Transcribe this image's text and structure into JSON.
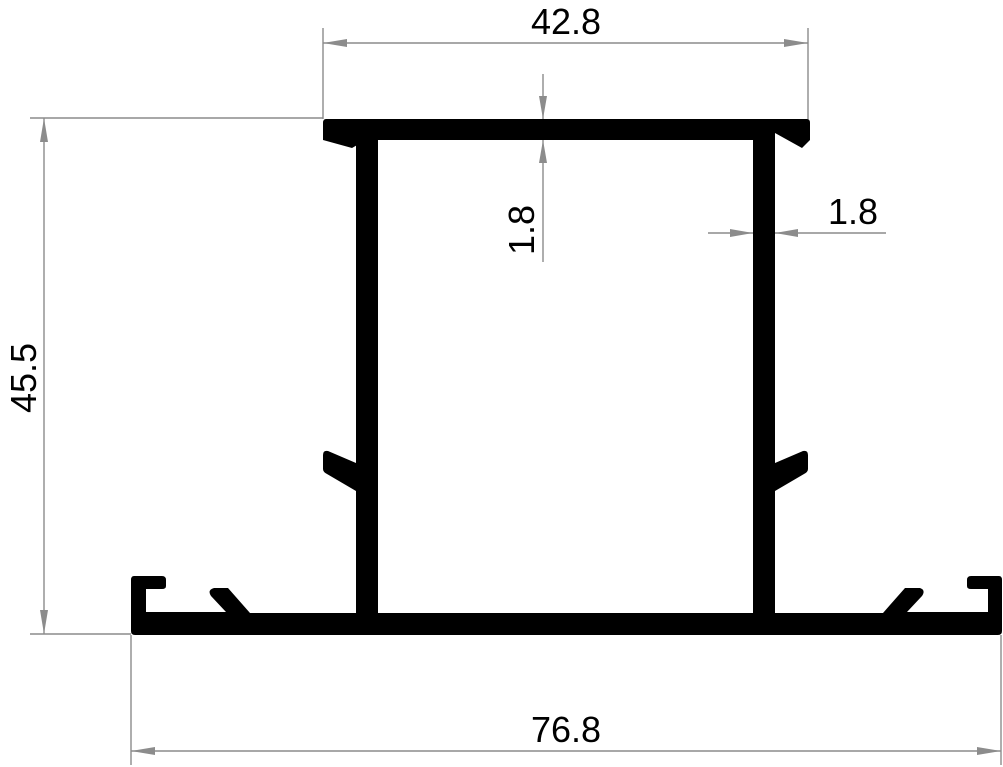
{
  "drawing": {
    "subject": "aluminium extrusion profile cross-section",
    "units": "mm",
    "colors": {
      "profile": "#000000",
      "dimension_lines": "#8c8c8c",
      "text": "#000000",
      "background": "#ffffff"
    },
    "dimensions": {
      "top_width": "42.8",
      "overall_height": "45.5",
      "top_wall_thickness": "1.8",
      "side_wall_thickness": "1.8",
      "overall_width": "76.8"
    }
  }
}
